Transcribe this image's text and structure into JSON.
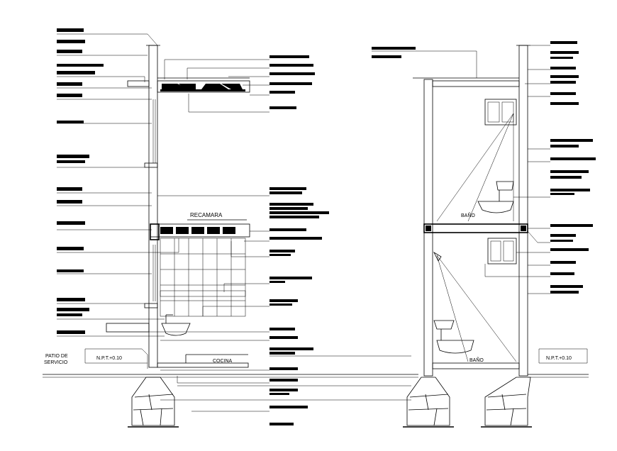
{
  "labels": {
    "recamara": "RECAMARA",
    "cocina": "COCINA",
    "bano_upper": "BAÑO",
    "bano_lower": "BAÑO",
    "patio_line1": "PATIO DE",
    "patio_line2": "SERVICIO",
    "npt_left": "N.P.T.+0.10",
    "npt_right": "N.P.T.+0.10"
  },
  "colors": {
    "ink": "#000000",
    "paper": "#ffffff"
  }
}
